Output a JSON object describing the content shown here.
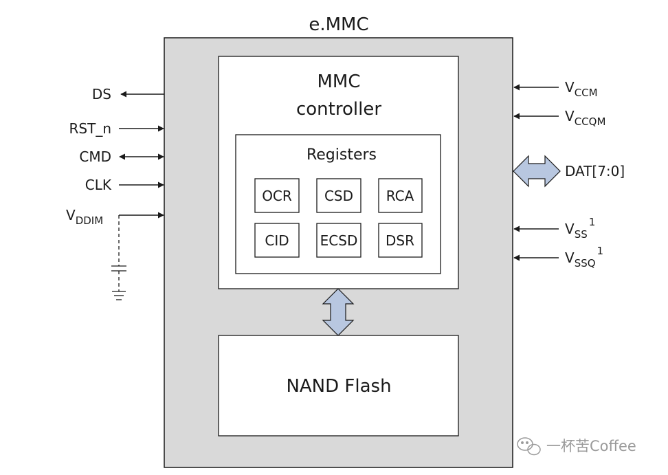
{
  "diagram": {
    "title": "e.MMC",
    "controller": {
      "title_line1": "MMC",
      "title_line2": "controller"
    },
    "registers": {
      "title": "Registers",
      "items": [
        "OCR",
        "CSD",
        "RCA",
        "CID",
        "ECSD",
        "DSR"
      ]
    },
    "nand": {
      "label": "NAND Flash"
    },
    "left_signals": {
      "ds": "DS",
      "rst": "RST_n",
      "cmd": "CMD",
      "clk": "CLK",
      "vddim_main": "V",
      "vddim_sub": "DDIM"
    },
    "right_signals": {
      "vccm_main": "V",
      "vccm_sub": "CCM",
      "vccqm_main": "V",
      "vccqm_sub": "CCQM",
      "dat": "DAT[7:0]",
      "vss_main": "V",
      "vss_sub": "SS",
      "vss_sup": "1",
      "vssq_main": "V",
      "vssq_sub": "SSQ",
      "vssq_sup": "1"
    },
    "colors": {
      "chip_fill": "#d9d9d9",
      "arrow_fill": "#b8c7e0",
      "stroke": "#1a1a1a"
    }
  },
  "watermark": {
    "text": "一杯苦Coffee",
    "icon": "wechat-icon"
  }
}
